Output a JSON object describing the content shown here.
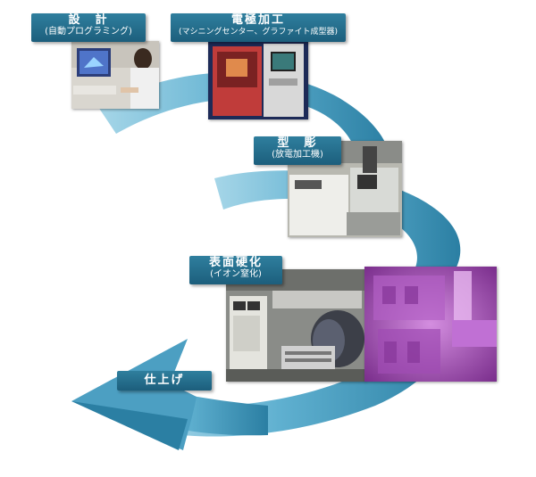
{
  "steps": [
    {
      "title": "設　計",
      "subtitle": "(自動プログラミング)"
    },
    {
      "title": "電極加工",
      "subtitle": "(マシニングセンター、グラファイト成型器)"
    },
    {
      "title": "型　彫",
      "subtitle": "(放電加工機)"
    },
    {
      "title": "表面硬化",
      "subtitle": "(イオン窒化)"
    },
    {
      "title": "仕上げ",
      "subtitle": ""
    }
  ],
  "colors": {
    "label_bg": "#1c5e7c",
    "arrow_light": "#7fc2dc",
    "arrow_dark": "#2f86aa"
  }
}
